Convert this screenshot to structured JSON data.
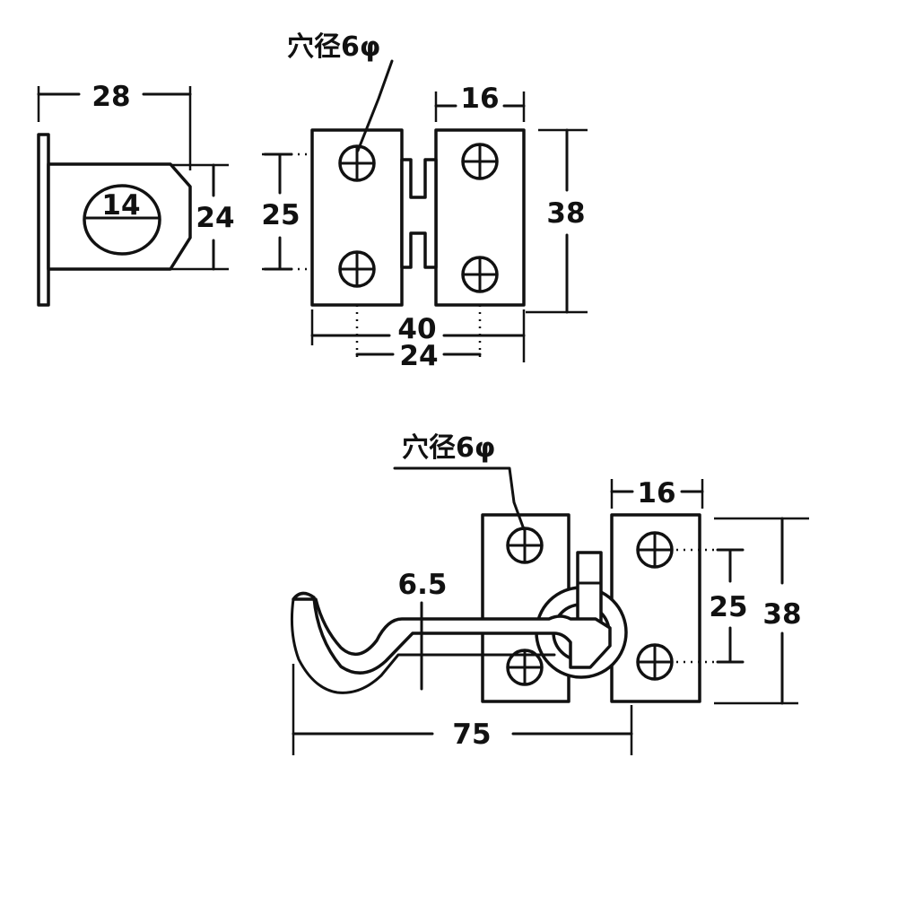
{
  "colors": {
    "ink": "#111111",
    "paper": "#ffffff"
  },
  "top": {
    "hole_note": "穴径6φ",
    "side_width": "28",
    "side_height": "24",
    "ring_dia": "14",
    "hole_pitch": "25",
    "plate_width": "16",
    "plate_height": "38",
    "overall_width": "40",
    "hole_span": "24"
  },
  "bottom": {
    "hole_note": "穴径6φ",
    "plate_width": "16",
    "hole_pitch": "25",
    "plate_height": "38",
    "hook_dia": "6.5",
    "overall_length": "75"
  }
}
